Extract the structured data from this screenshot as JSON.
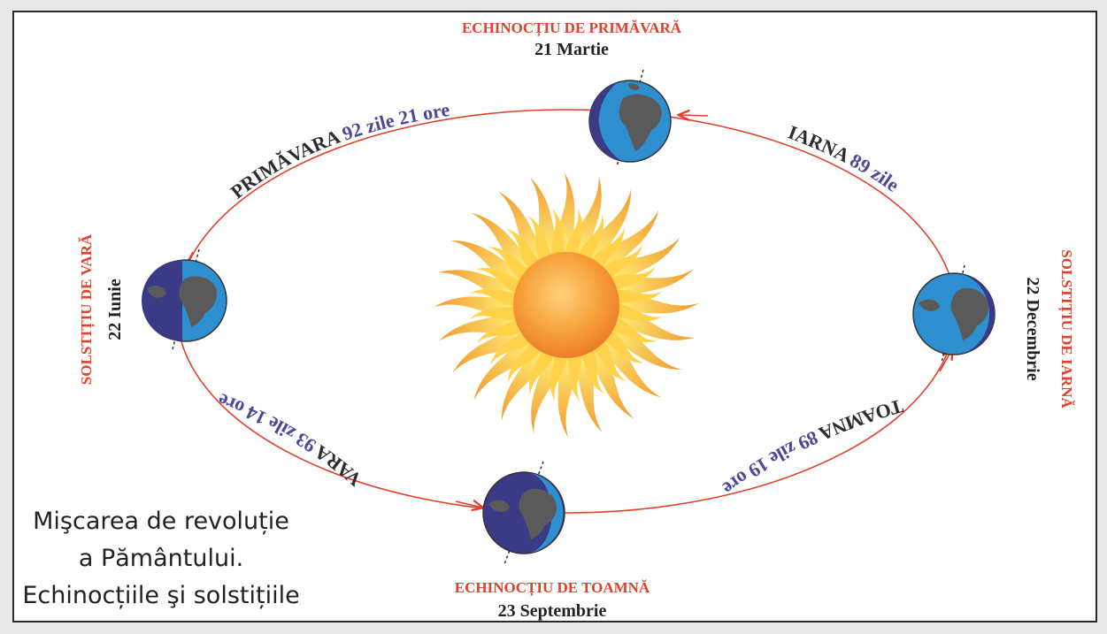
{
  "points": {
    "spring": {
      "title": "ECHINOCȚIU DE PRIMĂVARĂ",
      "date": "21 Martie"
    },
    "summer": {
      "title": "SOLSTIȚIU DE VARĂ",
      "date": "22 Iunie"
    },
    "autumn": {
      "title": "ECHINOCȚIU DE TOAMNĂ",
      "date": "23 Septembrie"
    },
    "winter": {
      "title": "SOLSTIȚIU DE IARNĂ",
      "date": "22 Decembrie"
    }
  },
  "seasons": {
    "spring": {
      "name": "PRIMĂVARA",
      "duration": "92 zile 21 ore"
    },
    "summer": {
      "name": "VARA",
      "duration": "93 zile 14 ore"
    },
    "autumn": {
      "name": "TOAMNA",
      "duration": "89 zile 19 ore"
    },
    "winter": {
      "name": "IARNA",
      "duration": "89 zile"
    }
  },
  "caption": {
    "line1": "Mişcarea de revoluție",
    "line2": "a Pământului.",
    "line3": "Echinocțiile şi solstițiile"
  },
  "colors": {
    "orbit": "#e2402a",
    "title_red": "#e2402a",
    "season_name": "#2d2d2d",
    "season_duration": "#4a4898",
    "ocean": "#2e8fd0",
    "night": "#3b3a86",
    "land": "#5a5a5a",
    "sun_core": "#f6a23a",
    "ray_outer": "#f3a83a",
    "ray_inner": "#ffe26a"
  }
}
